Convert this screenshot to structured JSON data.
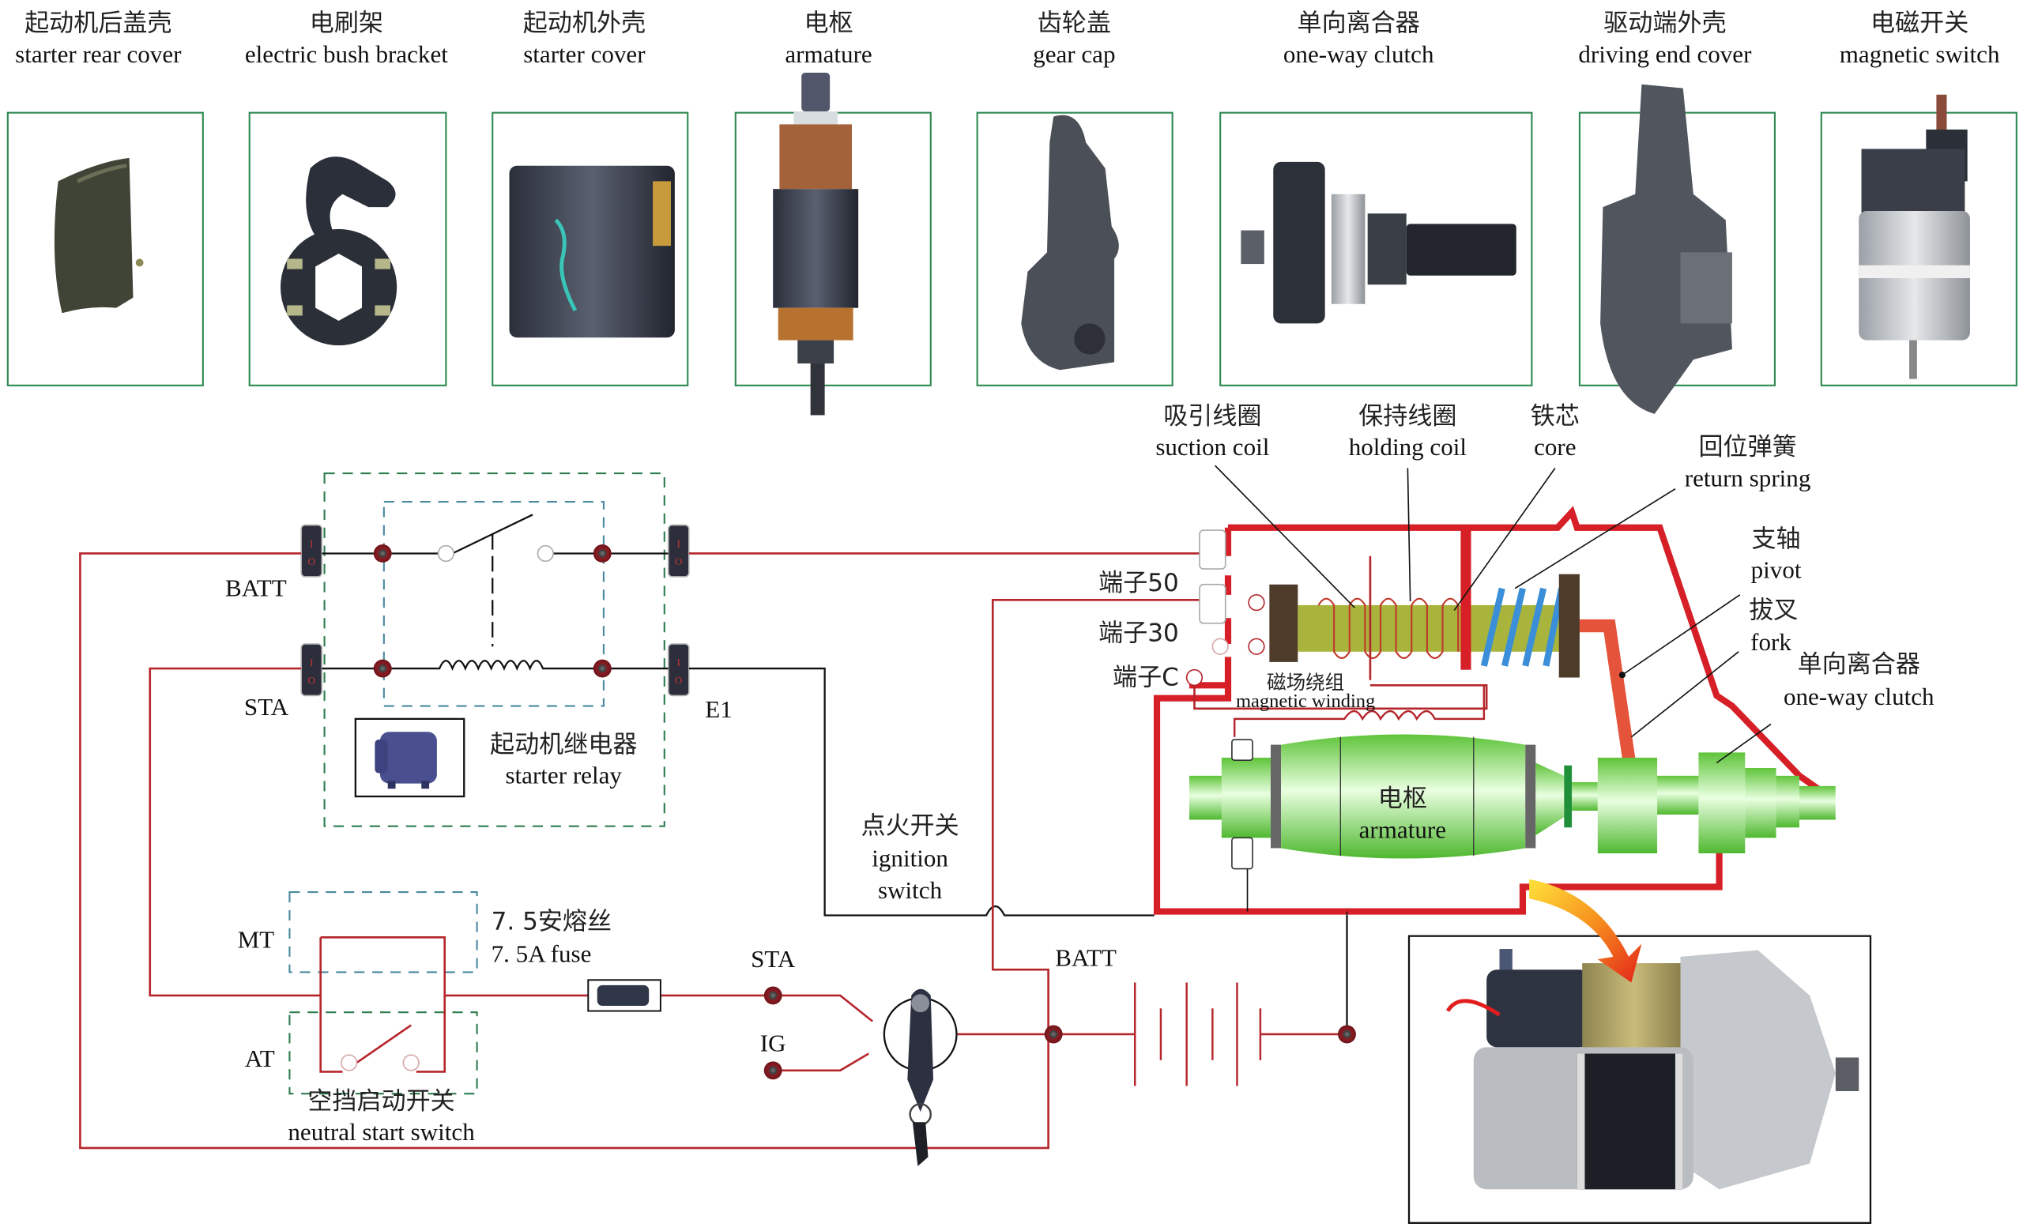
{
  "figure": {
    "title": "Starter system composition and control circuit",
    "components_row": [
      {
        "cn": "起动机后盖壳",
        "en": "starter rear cover",
        "icon": "rear-cover-photo"
      },
      {
        "cn": "电刷架",
        "en": "electric bush bracket",
        "icon": "brush-bracket-photo"
      },
      {
        "cn": "起动机外壳",
        "en": "starter cover",
        "icon": "starter-housing-photo"
      },
      {
        "cn": "电枢",
        "en": "armature",
        "icon": "armature-photo"
      },
      {
        "cn": "齿轮盖",
        "en": "gear cap",
        "icon": "gear-cap-photo"
      },
      {
        "cn": "单向离合器",
        "en": "one-way clutch",
        "icon": "one-way-clutch-photo"
      },
      {
        "cn": "驱动端外壳",
        "en": "driving end cover",
        "icon": "driving-end-cover-photo"
      },
      {
        "cn": "电磁开关",
        "en": "magnetic switch",
        "icon": "magnetic-switch-photo"
      }
    ]
  },
  "relay": {
    "cn": "起动机继电器",
    "en": "starter relay",
    "terminals": {
      "batt": "BATT",
      "sta": "STA",
      "e1": "E1"
    }
  },
  "neutral_switch": {
    "cn": "空挡启动开关",
    "en": "neutral start switch",
    "mt": "MT",
    "at": "AT"
  },
  "fuse": {
    "cn": "7. 5安熔丝",
    "en": "7. 5A fuse"
  },
  "ignition": {
    "cn": "点火开关",
    "en1": "ignition",
    "en2": "switch",
    "sta": "STA",
    "ig": "IG"
  },
  "battery": {
    "label": "BATT"
  },
  "solenoid": {
    "suction_coil": {
      "cn": "吸引线圈",
      "en": "suction coil"
    },
    "holding_coil": {
      "cn": "保持线圈",
      "en": "holding coil"
    },
    "core": {
      "cn": "铁芯",
      "en": "core"
    },
    "return_spring": {
      "cn": "回位弹簧",
      "en": "return spring"
    },
    "pivot": {
      "cn": "支轴",
      "en": "pivot"
    },
    "fork": {
      "cn": "拔叉",
      "en": "fork"
    },
    "clutch": {
      "cn": "单向离合器",
      "en": "one-way clutch"
    },
    "terminal_50": "端子50",
    "terminal_30": "端子30",
    "terminal_c": "端子C",
    "field_winding": {
      "cn": "磁场绕组",
      "en": "magnetic winding"
    },
    "armature": {
      "cn": "电枢",
      "en": "armature"
    }
  },
  "colors": {
    "wire": "#b5262c",
    "housing": "#d61f26",
    "armature_green": "#7ddc4a",
    "photo_frame": "#2e8a52",
    "spring_blue": "#3a8fd8",
    "core_olive": "#a8b43c"
  }
}
